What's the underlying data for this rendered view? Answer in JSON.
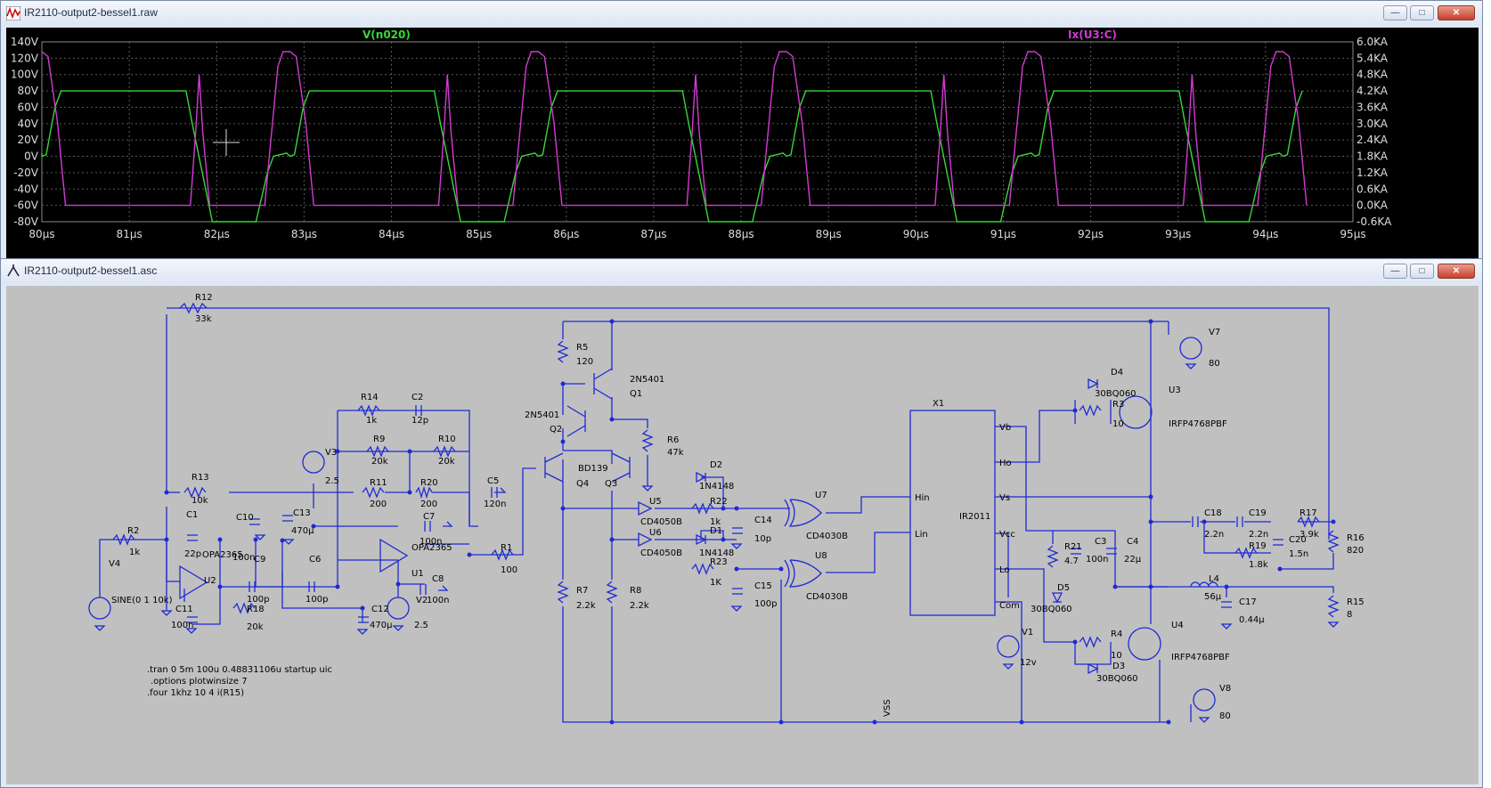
{
  "waveform_window": {
    "title": "IR2110-output2-bessel1.raw",
    "controls": {
      "minimize": "—",
      "maximize": "□",
      "close": "✕"
    },
    "traces": [
      {
        "name": "V(n020)",
        "color": "#39d639"
      },
      {
        "name": "Ix(U3:C)",
        "color": "#d23bd2"
      }
    ],
    "left_axis": [
      "140V",
      "120V",
      "100V",
      "80V",
      "60V",
      "40V",
      "20V",
      "0V",
      "-20V",
      "-40V",
      "-60V",
      "-80V"
    ],
    "right_axis": [
      "6.0KA",
      "5.4KA",
      "4.8KA",
      "4.2KA",
      "3.6KA",
      "3.0KA",
      "2.4KA",
      "1.8KA",
      "1.2KA",
      "0.6KA",
      "0.0KA",
      "-0.6KA"
    ],
    "x_axis": [
      "80µs",
      "81µs",
      "82µs",
      "83µs",
      "84µs",
      "85µs",
      "86µs",
      "87µs",
      "88µs",
      "89µs",
      "90µs",
      "91µs",
      "92µs",
      "93µs",
      "94µs",
      "95µs"
    ]
  },
  "schematic_window": {
    "title": "IR2110-output2-bessel1.asc",
    "controls": {
      "minimize": "—",
      "maximize": "□",
      "close": "✕"
    },
    "directives": [
      ".tran 0 5m 100u 0.48831106u startup uic",
      ".options plotwinsize 7",
      ".four 1khz 10 4 i(R15)"
    ],
    "labels": {
      "R12": "R12",
      "R12v": "33k",
      "R13": "R13",
      "R13v": "10k",
      "R14": "R14",
      "R14v": "1k",
      "C2": "C2",
      "C2v": "12p",
      "R9": "R9",
      "R9v": "20k",
      "R10": "R10",
      "R10v": "20k",
      "R11": "R11",
      "R11v": "200",
      "R20": "R20",
      "R20v": "200",
      "C5": "C5",
      "C5v": "120n",
      "V3": "V3",
      "V3v": "2.5",
      "C1": "C1",
      "C1v": "22p",
      "C10": "C10",
      "C10v": "100n",
      "C13": "C13",
      "C13v": "470µ",
      "C7": "C7",
      "C7v": "100n",
      "R2": "R2",
      "R2v": "1k",
      "U2": "U2",
      "U2v": "OPA2365",
      "C9": "C9",
      "C9v": "100p",
      "C6": "C6",
      "C6v": "100p",
      "U1": "U1",
      "U1v": "OPA2365",
      "R1": "R1",
      "R1v": "100",
      "V4": "V4",
      "V4v": "SINE(0 1 10k)",
      "C11": "C11",
      "C11v": "100n",
      "R18": "R18",
      "R18v": "20k",
      "C12": "C12",
      "C12v": "470µ",
      "V2": "V2",
      "V2v": "2.5",
      "C8": "C8",
      "C8v": "100n",
      "R5": "R5",
      "R5v": "120",
      "Q1": "Q1",
      "Q1v": "2N5401",
      "Q2": "Q2",
      "Q2v": "2N5401",
      "R6": "R6",
      "R6v": "47k",
      "Q4": "Q4",
      "Q3": "Q3",
      "Qbd": "BD139",
      "D2": "D2",
      "D2v": "1N4148",
      "R22": "R22",
      "R22v": "1k",
      "C14": "C14",
      "C14v": "10p",
      "U5": "U5",
      "U5v": "CD4050B",
      "U6": "U6",
      "U6v": "CD4050B",
      "D1": "D1",
      "D1v": "1N4148",
      "R23": "R23",
      "R23v": "1K",
      "C15": "C15",
      "C15v": "100p",
      "R7": "R7",
      "R7v": "2.2k",
      "R8": "R8",
      "R8v": "2.2k",
      "U7": "U7",
      "U7v": "CD4030B",
      "U8": "U8",
      "U8v": "CD4030B",
      "X1": "X1",
      "X1v": "IR2011",
      "Vb": "Vb",
      "Ho": "Ho",
      "Vs": "Vs",
      "Vcc": "Vcc",
      "Lo": "Lo",
      "Com": "Com",
      "Hin": "Hin",
      "Lin": "Lin",
      "D4": "D4",
      "D4v": "30BQ060",
      "R3": "R3",
      "R3v": "10",
      "U3": "U3",
      "U3v": "IRFP4768PBF",
      "V7": "V7",
      "V7v": "80",
      "R21": "R21",
      "R21v": "4.7",
      "C3": "C3",
      "C3v": "100n",
      "C4": "C4",
      "C4v": "22µ",
      "D5": "D5",
      "D5v": "30BQ060",
      "V1": "V1",
      "V1v": "12v",
      "R4": "R4",
      "R4v": "10",
      "D3": "D3",
      "D3v": "30BQ060",
      "U4": "U4",
      "U4v": "IRFP4768PBF",
      "V8": "V8",
      "V8v": "80",
      "C18": "C18",
      "C18v": "2.2n",
      "C19": "C19",
      "C19v": "2.2n",
      "R17": "R17",
      "R17v": "3.9k",
      "R19": "R19",
      "R19v": "1.8k",
      "C20": "C20",
      "C20v": "1.5n",
      "R16": "R16",
      "R16v": "820",
      "L4": "L4",
      "L4v": "56µ",
      "C17": "C17",
      "C17v": "0.44µ",
      "R15": "R15",
      "R15v": "8",
      "VSS": "VSS"
    }
  }
}
